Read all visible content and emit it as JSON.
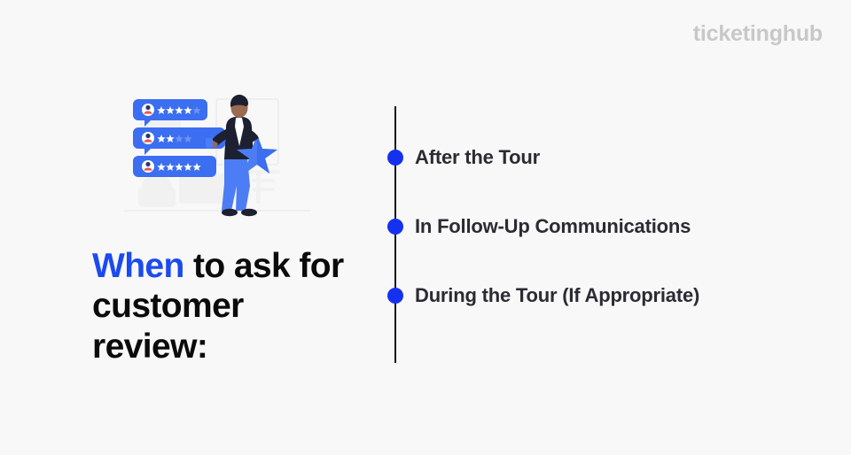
{
  "brand": {
    "logo_text": "ticketinghub",
    "logo_color": "#c8c8c8"
  },
  "colors": {
    "background": "#f8f8f8",
    "accent_blue": "#1b4af0",
    "dot_blue": "#1531f0",
    "headline_dark": "#0b0b0b",
    "item_text": "#2b2b33",
    "axis": "#16161a"
  },
  "headline": {
    "accent_word": "When",
    "rest": " to ask for customer review:",
    "full_text": "When to ask for customer review:"
  },
  "illustration": {
    "name": "customer-review-illustration",
    "description": "Person holding a large blue star beside three blue review cards with avatars and star ratings",
    "review_cards": [
      {
        "avatar": "user-avatar",
        "stars": 4,
        "stars_total": 5
      },
      {
        "avatar": "user-avatar",
        "stars": 2,
        "stars_total": 5
      },
      {
        "avatar": "user-avatar",
        "stars": 5,
        "stars_total": 5
      }
    ]
  },
  "timeline": {
    "items": [
      {
        "label": "After the Tour"
      },
      {
        "label": "In Follow-Up Communications"
      },
      {
        "label": "During the Tour (If Appropriate)"
      }
    ]
  }
}
